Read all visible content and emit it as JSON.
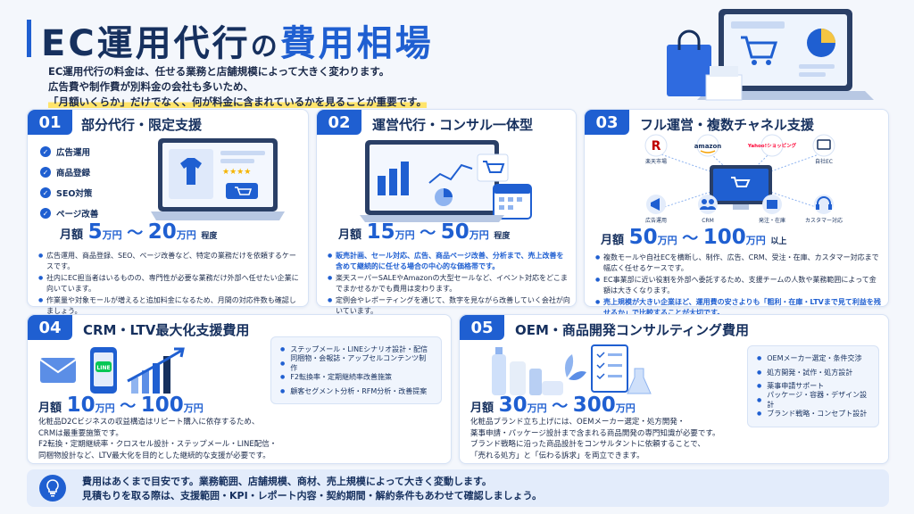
{
  "header": {
    "title_part1": "EC運用代行",
    "title_part2": "の",
    "title_part3": "費用相場",
    "intro_line1": "EC運用代行の料金は、任せる業務と店舗規模によって大きく変わります。",
    "intro_line2": "広告費や制作費が別料金の会社も多いため、",
    "intro_line3": "「月額いくらか」だけでなく、何が料金に含まれているかを見ることが重要です。"
  },
  "cards": [
    {
      "num": "01",
      "title": "部分代行・限定支援",
      "checks": [
        "広告運用",
        "商品登録",
        "SEO対策",
        "ページ改善"
      ],
      "price_label": "月額",
      "price_from": "5",
      "price_from_unit": "万円",
      "price_sep": "〜",
      "price_to": "20",
      "price_to_unit": "万円",
      "price_suffix": "程度",
      "bullets": [
        "広告運用、商品登録、SEO、ページ改善など、特定の業務だけを依頼するケースです。",
        "社内にEC担当者はいるものの、専門性が必要な業務だけ外部へ任せたい企業に向いています。",
        "作業量や対象モールが増えると追加料金になるため、月間の対応件数も確認しましょう。"
      ]
    },
    {
      "num": "02",
      "title": "運営代行・コンサル一体型",
      "price_label": "月額",
      "price_from": "15",
      "price_from_unit": "万円",
      "price_sep": "〜",
      "price_to": "50",
      "price_to_unit": "万円",
      "price_suffix": "程度",
      "bullets": [
        "販売計画、セール対応、広告、商品ページ改善、分析まで、売上改善を含めて継続的に任せる場合の中心的な価格帯です。",
        "楽天スーパーSALEやAmazonの大型セールなど、イベント対応をどこまでまかせるかでも費用は変わります。",
        "定例会やレポーティングを通じて、数字を見ながら改善していく会社が向いています。"
      ]
    },
    {
      "num": "03",
      "title": "フル運営・複数チャネル支援",
      "channels": [
        "楽天市場",
        "amazon",
        "Yahoo!ショッピング",
        "自社EC"
      ],
      "roles": [
        "広告運用",
        "CRM",
        "発注・在庫",
        "カスタマー対応"
      ],
      "price_label": "月額",
      "price_from": "50",
      "price_from_unit": "万円",
      "price_sep": "〜",
      "price_to": "100",
      "price_to_unit": "万円",
      "price_suffix": "以上",
      "bullets": [
        "複数モールや自社ECを横断し、制作、広告、CRM、受注・在庫、カスタマー対応まで幅広く任せるケースです。",
        "EC事業部に近い役割を外部へ委託するため、支援チームの人数や業務範囲によって金額は大きくなります。",
        "売上規模が大きい企業ほど、運用費の安さよりも「粗利・在庫・LTVまで見て利益を残せるか」で比較することが大切です。"
      ]
    },
    {
      "num": "04",
      "title": "CRM・LTV最大化支援費用",
      "tags": [
        "ステップメール・LINEシナリオ設計・配信",
        "同梱物・会報誌・アップセルコンテンツ制作",
        "F2転換率・定期継続率改善施策",
        "顧客セグメント分析・RFM分析・改善提案"
      ],
      "price_label": "月額",
      "price_from": "10",
      "price_from_unit": "万円",
      "price_sep": "〜",
      "price_to": "100",
      "price_to_unit": "万円",
      "desc": [
        "化粧品D2Cビジネスの収益構造はリピート購入に依存するため、",
        "CRMは最重要施策です。",
        "F2転換・定期継続率・クロスセル設計・ステップメール・LINE配信・",
        "同梱物設計など、LTV最大化を目的とした継続的な支援が必要です。"
      ]
    },
    {
      "num": "05",
      "title": "OEM・商品開発コンサルティング費用",
      "tags": [
        "OEMメーカー選定・条件交渉",
        "処方開発・試作・処方設計",
        "薬事申請サポート",
        "パッケージ・容器・デザイン設計",
        "ブランド戦略・コンセプト設計"
      ],
      "price_label": "月額",
      "price_from": "30",
      "price_from_unit": "万円",
      "price_sep": "〜",
      "price_to": "300",
      "price_to_unit": "万円",
      "desc": [
        "化粧品ブランド立ち上げには、OEMメーカー選定・処方開発・",
        "薬事申請・パッケージ設計まで含まれる商品開発の専門知識が必要です。",
        "ブランド戦略に沿った商品設計をコンサルタントに依頼することで、",
        "「売れる処方」と「伝わる訴求」を両立できます。"
      ]
    }
  ],
  "footer": {
    "line1": "費用はあくまで目安です。業務範囲、店舗規模、商材、売上規模によって大きく変動します。",
    "line2": "見積もりを取る際は、支援範囲・KPI・レポート内容・契約期間・解約条件もあわせて確認しましょう。"
  },
  "colors": {
    "accent": "#1f5fd1",
    "navy": "#16305e",
    "highlight": "#ffe46b",
    "background": "#f4f7fc"
  },
  "icons": [
    "shopping-cart-icon",
    "pie-chart-icon",
    "bar-chart-icon",
    "calendar-icon",
    "megaphone-icon",
    "users-icon",
    "box-icon",
    "headset-icon",
    "mail-icon",
    "smartphone-icon",
    "growth-chart-icon",
    "bottle-icon",
    "checklist-icon",
    "lightbulb-icon",
    "check-icon",
    "tshirt-icon"
  ]
}
